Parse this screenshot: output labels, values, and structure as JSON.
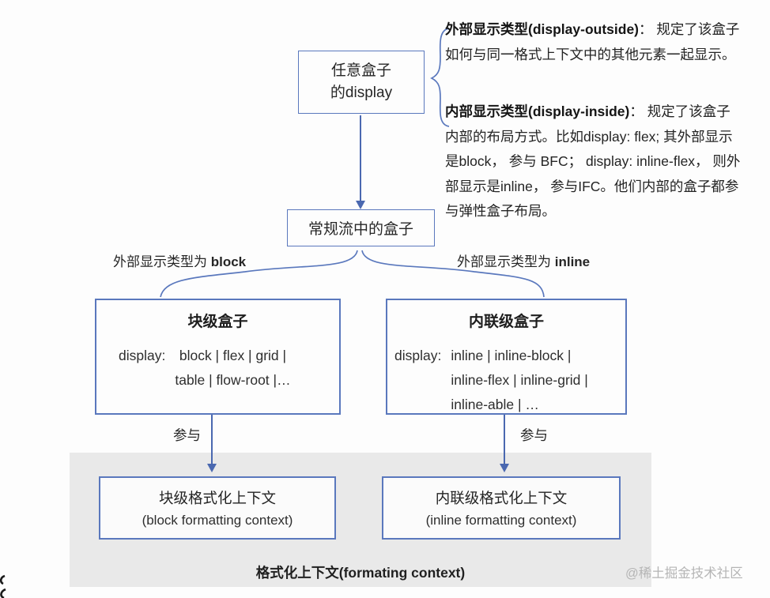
{
  "diagram": {
    "top_box": {
      "line1": "任意盒子",
      "line2": "的display"
    },
    "outside_note": {
      "title": "外部显示类型(display-outside)",
      "line1_rest": "： 规定了该盒子",
      "line2": "如何与同一格式上下文中的其他元素一起显示。"
    },
    "inside_note": {
      "title": "内部显示类型(display-inside)",
      "line1_rest": "： 规定了该盒子",
      "line2": "内部的布局方式。比如display: flex; 其外部显示",
      "line3": "是block， 参与 BFC； display: inline-flex， 则外",
      "line4": "部显示是inline， 参与IFC。他们内部的盒子都参",
      "line5": "与弹性盒子布局。"
    },
    "normal_flow_box": {
      "label": "常规流中的盒子"
    },
    "left_branch": {
      "prefix": "外部显示类型为 ",
      "keyword": "block"
    },
    "right_branch": {
      "prefix": "外部显示类型为 ",
      "keyword": "inline"
    },
    "block_box": {
      "title": "块级盒子",
      "display_label": "display:",
      "line1": "block | flex | grid |",
      "line2": "table | flow-root |…"
    },
    "inline_box": {
      "title": "内联级盒子",
      "display_label": "display:",
      "line1": "inline | inline-block |",
      "line2": "inline-flex | inline-grid |",
      "line3": "inline-able | …"
    },
    "left_participate": "参与",
    "right_participate": "参与",
    "fc_panel": {
      "bfc_box": {
        "line1": "块级格式化上下文",
        "line2": "(block formatting context)"
      },
      "ifc_box": {
        "line1": "内联级格式化上下文",
        "line2": "(inline formatting context)"
      },
      "caption": "格式化上下文(formating context)"
    },
    "watermark": "@稀土掘金技术社区",
    "colors": {
      "box_border": "#5a78bd",
      "arrow": "#4a68b0",
      "panel_bg": "#e9e9e9",
      "text": "#262626",
      "watermark": "#b5b5b5"
    }
  }
}
